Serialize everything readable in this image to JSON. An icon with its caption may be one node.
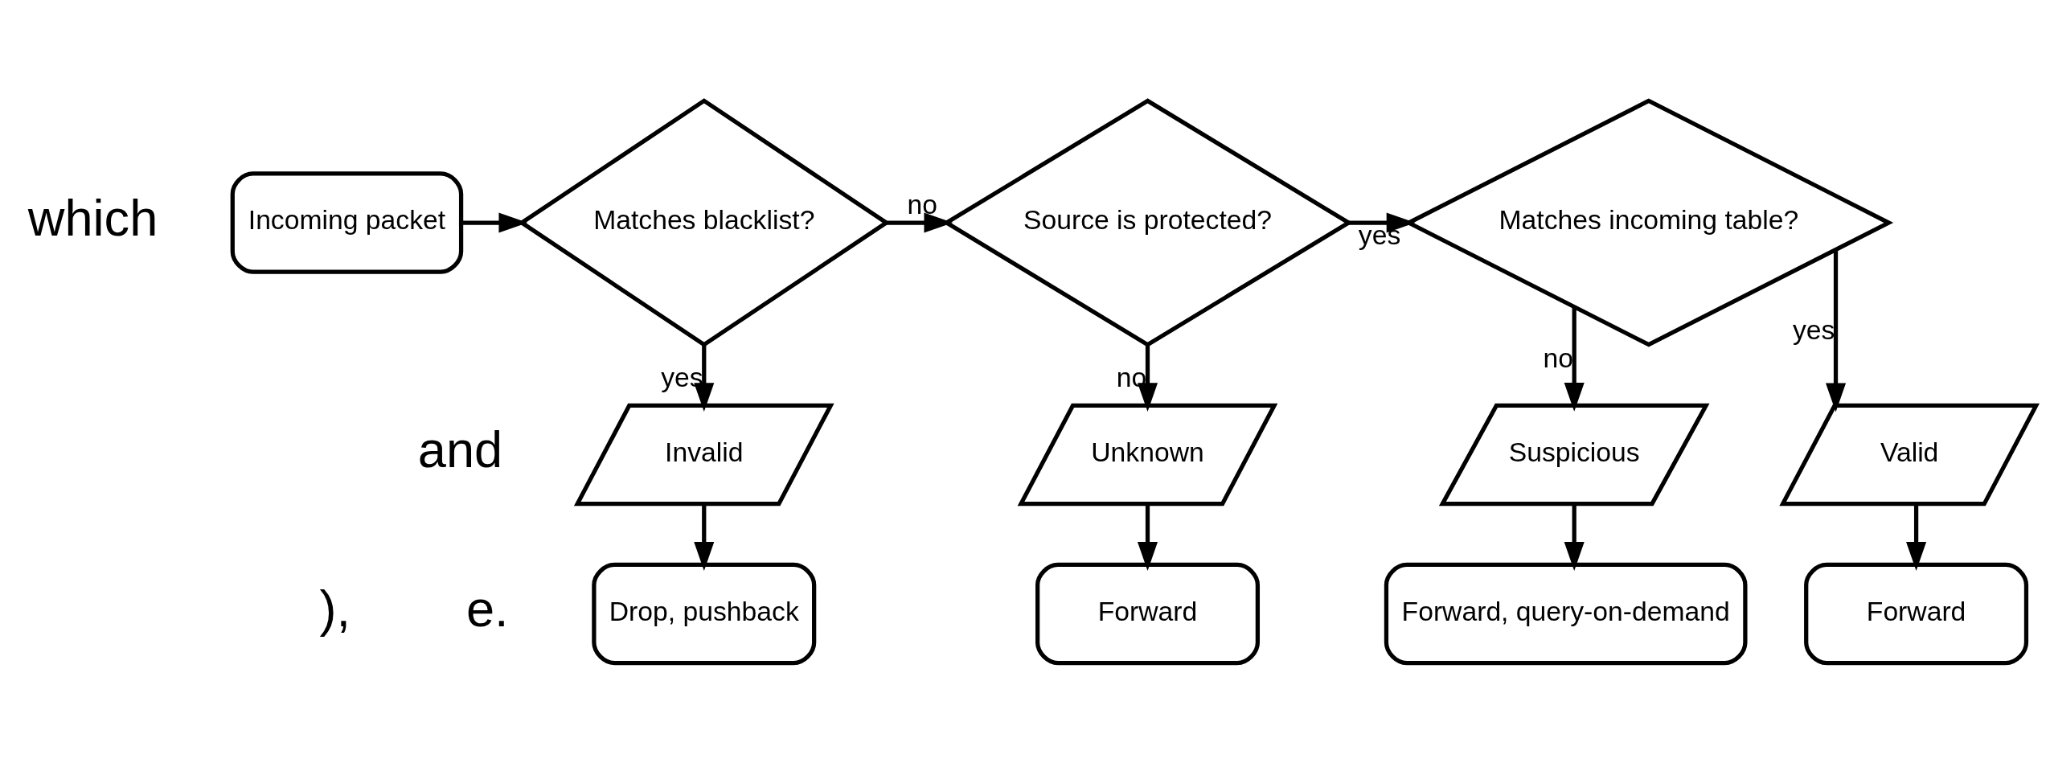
{
  "diagram": {
    "nodes": [
      {
        "text": [
          "Incoming packet"
        ]
      },
      {
        "text": [
          "Matches blacklist?"
        ]
      },
      {
        "text": [
          "Source is protected?"
        ]
      },
      {
        "text": [
          "Matches incoming table?"
        ]
      },
      {
        "text": [
          "Invalid"
        ]
      },
      {
        "text": [
          "Drop, pushback"
        ]
      },
      {
        "text": [
          "Unknown"
        ]
      },
      {
        "text": [
          "Forward"
        ]
      },
      {
        "text": [
          "Suspicious"
        ]
      },
      {
        "text": [
          "Forward, query-on-demand"
        ]
      },
      {
        "text": [
          "Valid"
        ]
      },
      {
        "text": [
          "Forward"
        ]
      }
    ],
    "edges": [
      {
        "from": 0,
        "to": 1,
        "arrow": "to"
      },
      {
        "from": 1,
        "to": 2,
        "label": "no",
        "arrow": "to"
      },
      {
        "from": 2,
        "to": 3,
        "label": "yes",
        "arrow": "to"
      },
      {
        "from": 3,
        "to": 10,
        "label": "yes",
        "arrow": "to"
      },
      {
        "from": 1,
        "to": 4,
        "label": "yes",
        "arrow": "to"
      },
      {
        "from": 4,
        "to": 5,
        "arrow": "to"
      },
      {
        "from": 2,
        "to": 6,
        "label": "no",
        "arrow": "to"
      },
      {
        "from": 6,
        "to": 7,
        "arrow": "to"
      },
      {
        "from": 3,
        "to": 8,
        "label": "no",
        "arrow": "to"
      },
      {
        "from": 8,
        "to": 9,
        "arrow": "to"
      },
      {
        "from": 10,
        "to": 11,
        "arrow": "to"
      }
    ],
    "labels": [
      "which",
      "and",
      "),",
      "e."
    ]
  }
}
